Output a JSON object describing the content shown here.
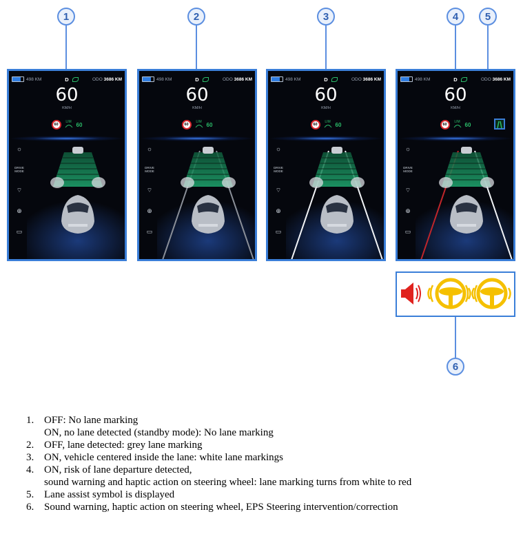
{
  "callouts": [
    "1",
    "2",
    "3",
    "4",
    "5",
    "6"
  ],
  "cluster": {
    "range": "498 KM",
    "gear": "D",
    "odo_label": "ODO",
    "odo_value": "3686 KM",
    "speed": "60",
    "speed_unit": "KM/H",
    "speed_limit_sign": "60",
    "lim_label": "LIM",
    "lim_value": "60",
    "drive_mode": "DRIVE MODE"
  },
  "screens": [
    {
      "state": "off-no-marking"
    },
    {
      "state": "grey-lanes"
    },
    {
      "state": "white-lanes"
    },
    {
      "state": "red-white-lanes"
    }
  ],
  "colors": {
    "frame": "#3a7ed8",
    "warning_red": "#e0221e",
    "haptic_yellow": "#f5c000",
    "lane_red": "#c0262b"
  },
  "icons": [
    "sound-warning-icon",
    "steering-wheel-vibration-icon",
    "steering-wheel-correction-icon",
    "lane-assist-icon"
  ],
  "legend": [
    {
      "num": "1.",
      "lines": [
        "OFF: No lane marking",
        "ON, no lane detected (standby mode): No lane marking"
      ]
    },
    {
      "num": "2.",
      "lines": [
        "OFF, lane detected: grey lane marking"
      ]
    },
    {
      "num": "3.",
      "lines": [
        "ON, vehicle centered inside the lane: white lane markings"
      ]
    },
    {
      "num": "4.",
      "lines": [
        "ON, risk of lane departure detected,",
        "sound warning and haptic action on steering wheel: lane marking turns from white to red"
      ]
    },
    {
      "num": "5.",
      "lines": [
        "Lane assist symbol is displayed"
      ]
    },
    {
      "num": "6.",
      "lines": [
        "Sound warning, haptic action on steering wheel, EPS Steering intervention/correction"
      ]
    }
  ]
}
